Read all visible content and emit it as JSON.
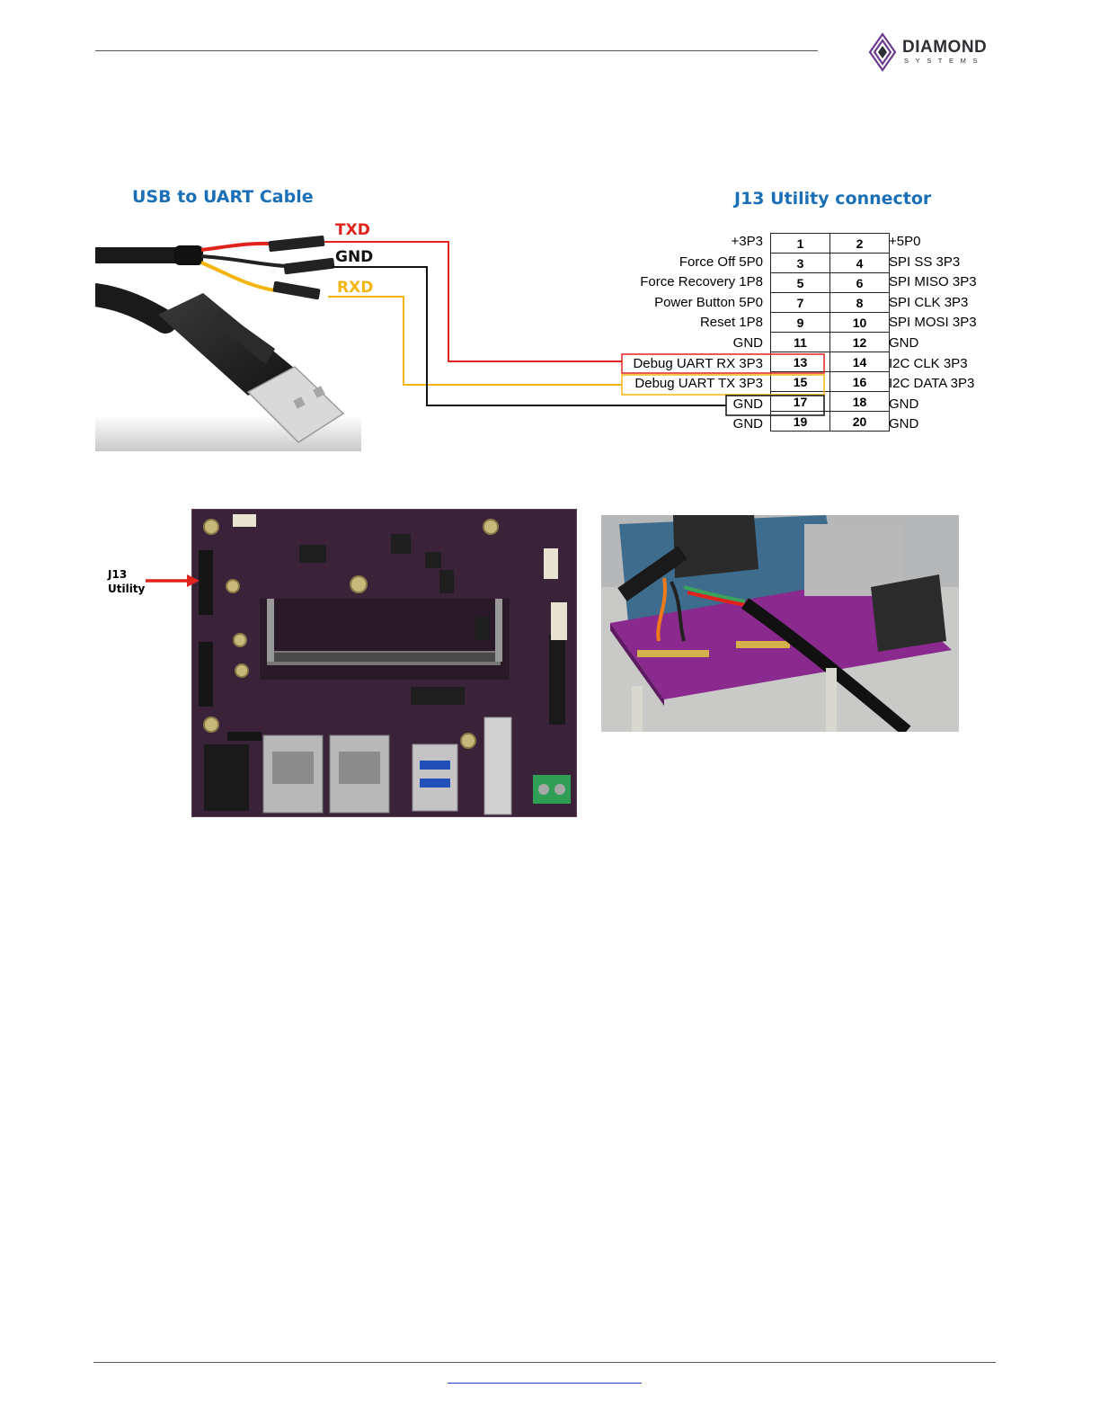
{
  "header": {
    "logo": {
      "name": "DIAMOND",
      "subtitle": "SYSTEMS",
      "icon": "diamond-logo-icon",
      "color": "#2f3035",
      "accent": "#6b3a8c"
    }
  },
  "cable_section": {
    "title": "USB to UART Cable",
    "wires": [
      {
        "label": "TXD",
        "color": "#e1231e",
        "connects_to_pin": 13
      },
      {
        "label": "GND",
        "color": "#111111",
        "connects_to_pin": 17
      },
      {
        "label": "RXD",
        "color": "#f4b60e",
        "connects_to_pin": 15
      }
    ]
  },
  "connector_section": {
    "title": "J13 Utility connector",
    "rows": [
      {
        "left_label": "+3P3",
        "left_pin": "1",
        "right_pin": "2",
        "right_label": "+5P0"
      },
      {
        "left_label": "Force Off 5P0",
        "left_pin": "3",
        "right_pin": "4",
        "right_label": "SPI SS 3P3"
      },
      {
        "left_label": "Force Recovery 1P8",
        "left_pin": "5",
        "right_pin": "6",
        "right_label": "SPI MISO 3P3"
      },
      {
        "left_label": "Power Button 5P0",
        "left_pin": "7",
        "right_pin": "8",
        "right_label": "SPI CLK 3P3"
      },
      {
        "left_label": "Reset 1P8",
        "left_pin": "9",
        "right_pin": "10",
        "right_label": "SPI MOSI 3P3"
      },
      {
        "left_label": "GND",
        "left_pin": "11",
        "right_pin": "12",
        "right_label": "GND"
      },
      {
        "left_label": "Debug UART RX 3P3",
        "left_pin": "13",
        "right_pin": "14",
        "right_label": "I2C CLK 3P3"
      },
      {
        "left_label": "Debug UART TX 3P3",
        "left_pin": "15",
        "right_pin": "16",
        "right_label": "I2C DATA 3P3"
      },
      {
        "left_label": "GND",
        "left_pin": "17",
        "right_pin": "18",
        "right_label": "GND"
      },
      {
        "left_label": "GND",
        "left_pin": "19",
        "right_pin": "20",
        "right_label": "GND"
      }
    ]
  },
  "board_section": {
    "callout_line1": "J13",
    "callout_line2": "Utility",
    "callout_arrow_color": "#e1231e",
    "board_color": "#3a2338"
  }
}
